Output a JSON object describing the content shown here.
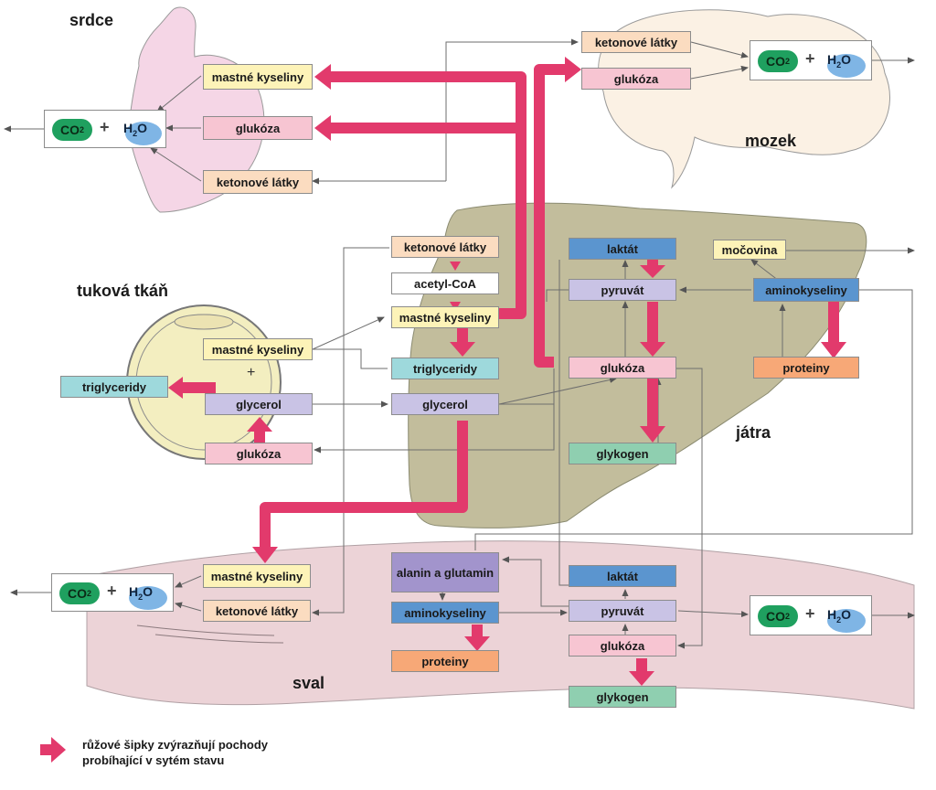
{
  "organs": {
    "heart": "srdce",
    "brain": "mozek",
    "adipose": "tuková tkáň",
    "liver": "játra",
    "muscle": "sval"
  },
  "heart": {
    "fatty_acids": "mastné kyseliny",
    "glucose": "glukóza",
    "ketones": "ketonové látky",
    "product": {
      "co2": "CO2",
      "plus": "+",
      "h2o": "H2O"
    }
  },
  "brain": {
    "ketones": "ketonové látky",
    "glucose": "glukóza",
    "product": {
      "co2": "CO2",
      "plus": "+",
      "h2o": "H2O"
    }
  },
  "adipose": {
    "triglycerides": "triglyceridy",
    "fatty_acids": "mastné kyseliny",
    "glycerol": "glycerol",
    "glucose": "glukóza"
  },
  "liver": {
    "ketones": "ketonové látky",
    "acetyl_coa": "acetyl-CoA",
    "fatty_acids": "mastné kyseliny",
    "triglycerides": "triglyceridy",
    "glycerol": "glycerol",
    "lactate": "laktát",
    "pyruvate": "pyruvát",
    "glucose": "glukóza",
    "glycogen": "glykogen",
    "urea": "močovina",
    "amino_acids": "aminokyseliny",
    "proteins": "proteiny"
  },
  "muscle": {
    "fatty_acids": "mastné kyseliny",
    "ketones": "ketonové látky",
    "alanine_glutamine": "alanin a glutamin",
    "amino_acids": "aminokyseliny",
    "proteins": "proteiny",
    "lactate": "laktát",
    "pyruvate": "pyruvát",
    "glucose": "glukóza",
    "glycogen": "glykogen",
    "product_left": {
      "co2": "CO2",
      "plus": "+",
      "h2o": "H2O"
    },
    "product_right": {
      "co2": "CO2",
      "plus": "+",
      "h2o": "H2O"
    }
  },
  "legend": {
    "line1": "růžové šipky zvýrazňují pochody",
    "line2": "probíhající v sytém stavu"
  },
  "colors": {
    "pink_arrow": "#e23a6c",
    "heart_fill": "#f5d6e6",
    "brain_fill": "#fbf1e4",
    "liver_fill": "#c2bd9c",
    "muscle_fill": "#ecd3d7",
    "adipose_fill": "#f3eec0"
  }
}
